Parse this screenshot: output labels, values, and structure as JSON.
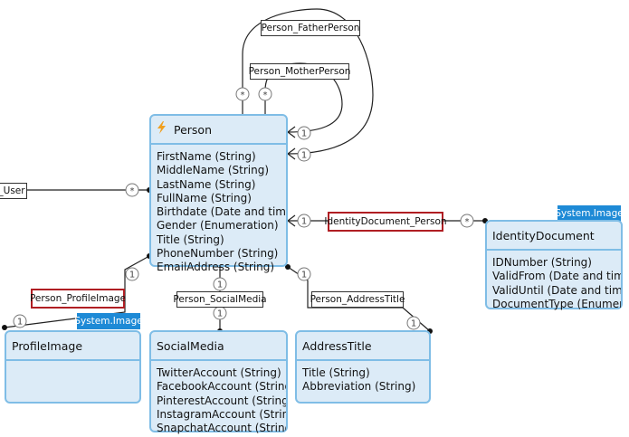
{
  "entities": {
    "person": {
      "name": "Person",
      "icon": "lightning-icon",
      "props": [
        "FirstName (String)",
        "MiddleName (String)",
        "LastName (String)",
        "FullName (String)",
        "Birthdate (Date and time)",
        "Gender (Enumeration)",
        "Title (String)",
        "PhoneNumber (String)",
        "EmailAddress (String)"
      ]
    },
    "identity_document": {
      "name": "IdentityDocument",
      "tag": "System.Image",
      "props": [
        "IDNumber (String)",
        "ValidFrom (Date and time)",
        "ValidUntil (Date and time)",
        "DocumentType (Enumer..."
      ]
    },
    "profile_image": {
      "name": "ProfileImage",
      "tag": "System.Image",
      "props": []
    },
    "social_media": {
      "name": "SocialMedia",
      "props": [
        "TwitterAccount (String)",
        "FacebookAccount (String)",
        "PinterestAccount (String)",
        "InstagramAccount (String)",
        "SnapchatAccount (String)"
      ]
    },
    "address_title": {
      "name": "AddressTitle",
      "props": [
        "Title (String)",
        "Abbreviation (String)"
      ]
    }
  },
  "associations": {
    "father": "Person_FatherPerson",
    "mother": "Person_MotherPerson",
    "user": "_User",
    "identity_document": "IdentityDocument_Person",
    "profile_image": "Person_ProfileImage",
    "social_media": "Person_SocialMedia",
    "address_title": "Person_AddressTitle"
  },
  "multiplicity": {
    "one": "1",
    "many": "*"
  },
  "colors": {
    "entity_fill": "#dcebf7",
    "entity_border": "#7fbde6",
    "tag": "#1e8ad6",
    "highlight": "#b01e23"
  }
}
